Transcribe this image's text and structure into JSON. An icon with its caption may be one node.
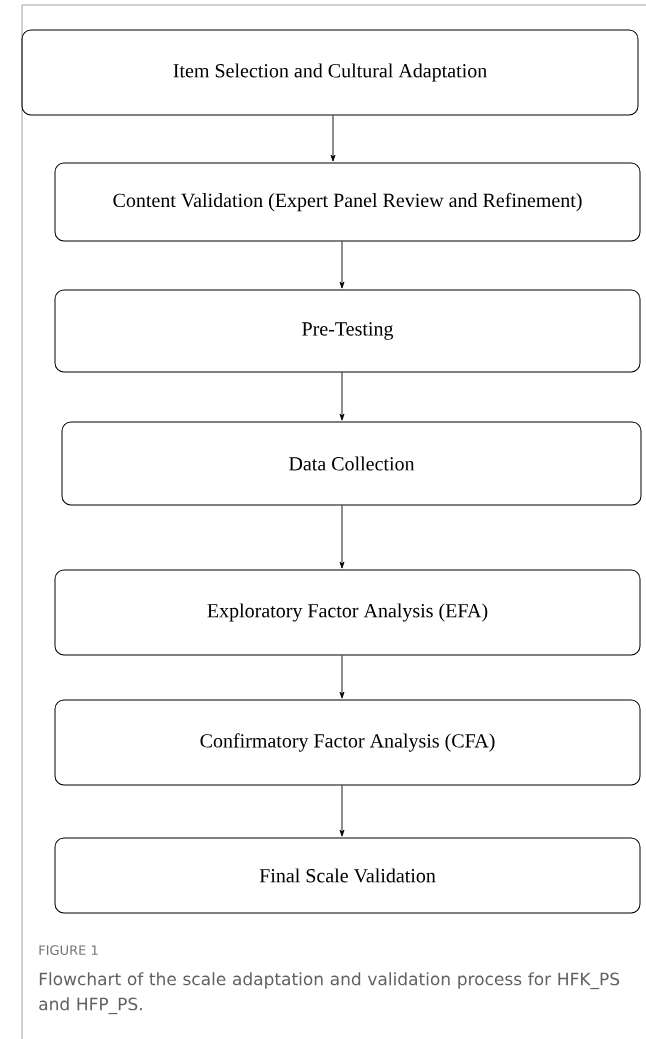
{
  "diagram": {
    "caption": "Flowchart of the scale adaptation and validation process for HFK_PS and HFP_PS.",
    "nodes": [
      {
        "text": [
          "Item Selection and Cultural Adaptation"
        ]
      },
      {
        "text": [
          "Content Validation (Expert Panel Review and Refinement)"
        ]
      },
      {
        "text": [
          "Pre-Testing"
        ]
      },
      {
        "text": [
          "Data Collection"
        ]
      },
      {
        "text": [
          "Exploratory Factor Analysis (EFA)"
        ]
      },
      {
        "text": [
          "Confirmatory Factor Analysis (CFA)"
        ]
      },
      {
        "text": [
          "Final Scale Validation"
        ]
      }
    ],
    "edges": [
      {
        "from": 0,
        "to": 1,
        "arrow": "to"
      },
      {
        "from": 1,
        "to": 2,
        "arrow": "to"
      },
      {
        "from": 2,
        "to": 3,
        "arrow": "to"
      },
      {
        "from": 3,
        "to": 4,
        "arrow": "to"
      },
      {
        "from": 4,
        "to": 5,
        "arrow": "to"
      },
      {
        "from": 5,
        "to": 6,
        "arrow": "to"
      }
    ],
    "labels": [
      "FIGURE 1"
    ]
  }
}
